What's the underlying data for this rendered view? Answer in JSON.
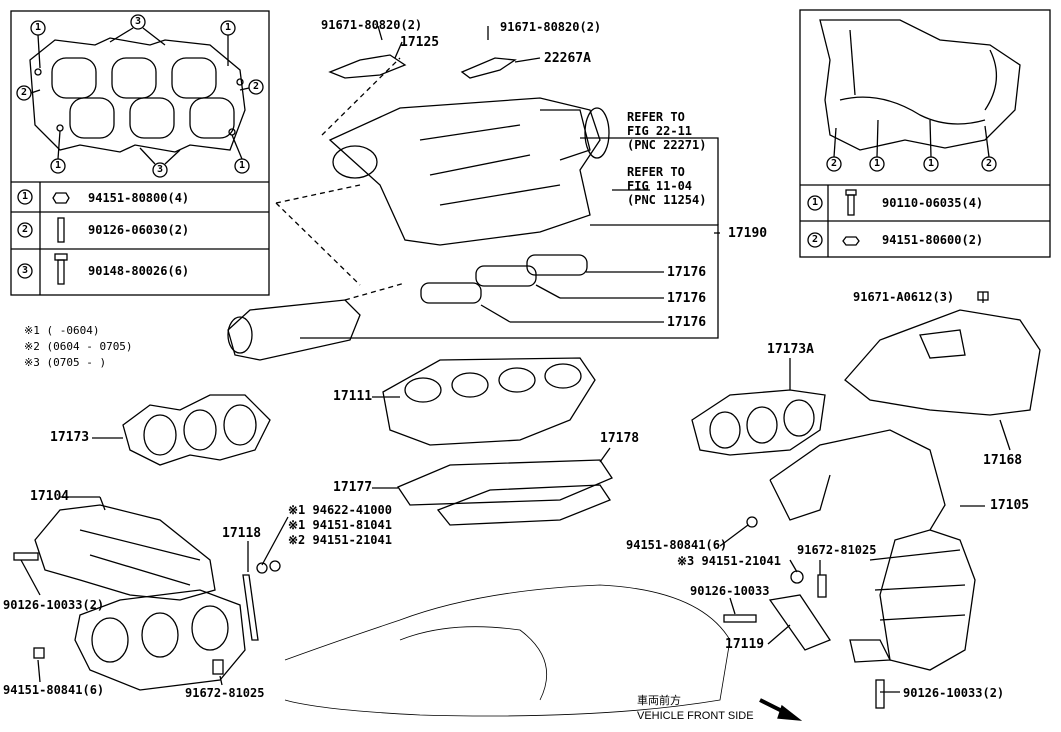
{
  "parts": {
    "p17125": "17125",
    "p22267A": "22267A",
    "p91671_80820_a": "91671-80820(2)",
    "p91671_80820_b": "91671-80820(2)",
    "p17190": "17190",
    "p17176_a": "17176",
    "p17176_b": "17176",
    "p17176_c": "17176",
    "p17111": "17111",
    "p17173": "17173",
    "p17178": "17178",
    "p17177": "17177",
    "p17104": "17104",
    "p17118": "17118",
    "p94622_41000": "※1 94622-41000",
    "p94151_81041": "※1 94151-81041",
    "p94151_21041": "※2 94151-21041",
    "p90126_10033_left": "90126-10033(2)",
    "p94151_80841_left": "94151-80841(6)",
    "p91672_81025_left": "91672-81025",
    "p17173A": "17173A",
    "p17168": "17168",
    "p91671_A0612": "91671-A0612(3)",
    "p17105": "17105",
    "p94151_80841_right": "94151-80841(6)",
    "p94151_21041_right": "※3 94151-21041",
    "p91672_81025_right": "91672-81025",
    "p90126_10033_mid": "90126-10033",
    "p17119": "17119",
    "p90126_10033_right": "90126-10033(2)"
  },
  "refer": {
    "r1_line1": "REFER TO",
    "r1_line2": "FIG 22-11",
    "r1_line3": "(PNC 22271)",
    "r2_line1": "REFER TO",
    "r2_line2": "FIG 11-04",
    "r2_line3": "(PNC 11254)"
  },
  "notes": {
    "n1": "※1 (      -0604)",
    "n2": "※2 (0604 - 0705)",
    "n3": "※3 (0705 -      )"
  },
  "left_legend": [
    {
      "num": "1",
      "part": "94151-80800(4)"
    },
    {
      "num": "2",
      "part": "90126-06030(2)"
    },
    {
      "num": "3",
      "part": "90148-80026(6)"
    }
  ],
  "right_legend": [
    {
      "num": "1",
      "part": "90110-06035(4)"
    },
    {
      "num": "2",
      "part": "94151-80600(2)"
    }
  ],
  "front": {
    "jp": "車両前方",
    "en": "VEHICLE FRONT SIDE"
  }
}
